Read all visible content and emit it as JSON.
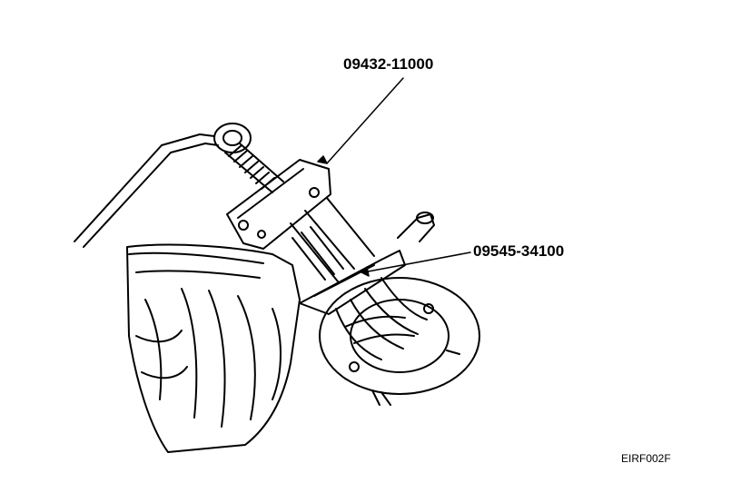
{
  "callouts": {
    "puller_part_number": "09432-11000",
    "adapter_part_number": "09545-34100"
  },
  "figure_id": "EIRF002F",
  "colors": {
    "ink": "#000000",
    "paper": "#ffffff"
  }
}
